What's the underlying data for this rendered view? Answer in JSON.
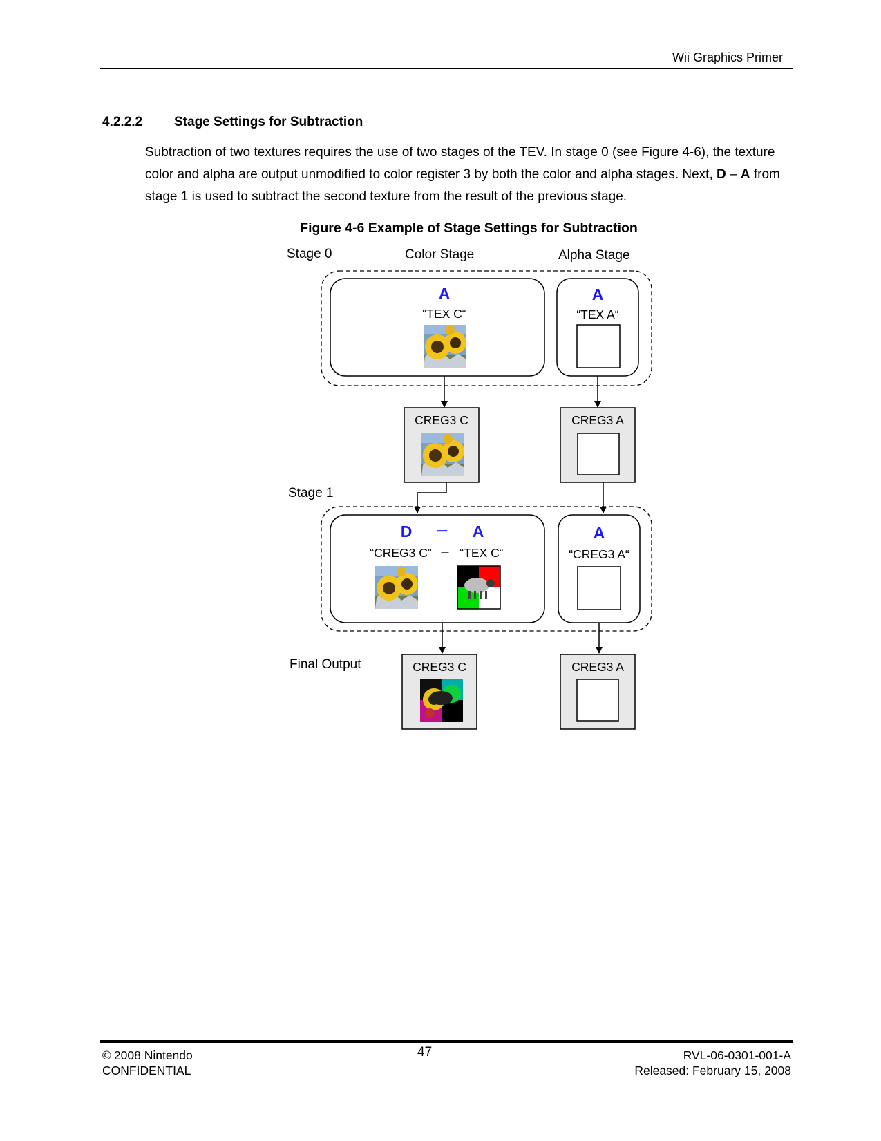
{
  "header": {
    "title": "Wii Graphics Primer"
  },
  "section": {
    "number": "4.2.2.2",
    "title": "Stage Settings for Subtraction",
    "body_part1": "Subtraction of two textures requires the use of two stages of the TEV. In stage 0 (see Figure 4-6), the texture color and alpha are output unmodified to color register 3 by both the color and alpha stages. Next, ",
    "body_bold1": "D",
    "body_dash": " – ",
    "body_bold2": "A",
    "body_part2": " from stage 1 is used to subtract the second texture from the result of the previous stage."
  },
  "figure": {
    "caption": "Figure 4-6 Example of Stage Settings for Subtraction",
    "accent_color": "#1a1aff",
    "stage0_label": "Stage 0",
    "color_stage_header": "Color Stage",
    "alpha_stage_header": "Alpha Stage",
    "s0_color_op": "A",
    "s0_color_input": "“TEX C“",
    "s0_alpha_op": "A",
    "s0_alpha_input": "“TEX A“",
    "reg1_color": "CREG3 C",
    "reg1_alpha": "CREG3 A",
    "stage1_label": "Stage 1",
    "s1_color_op_d": "D",
    "s1_color_op_minus": "－",
    "s1_color_op_a": "A",
    "s1_color_input_d": "“CREG3 C”",
    "s1_color_input_minus": "－",
    "s1_color_input_a": "“TEX C“",
    "s1_alpha_op": "A",
    "s1_alpha_input": "“CREG3 A“",
    "final_label": "Final Output",
    "final_color": "CREG3 C",
    "final_alpha": "CREG3 A"
  },
  "footer": {
    "copyright_symbol": "©",
    "copyright": "2008 Nintendo",
    "confidential": "CONFIDENTIAL",
    "page_number": "47",
    "doc_id": "RVL-06-0301-001-A",
    "released": "Released: February 15, 2008"
  }
}
